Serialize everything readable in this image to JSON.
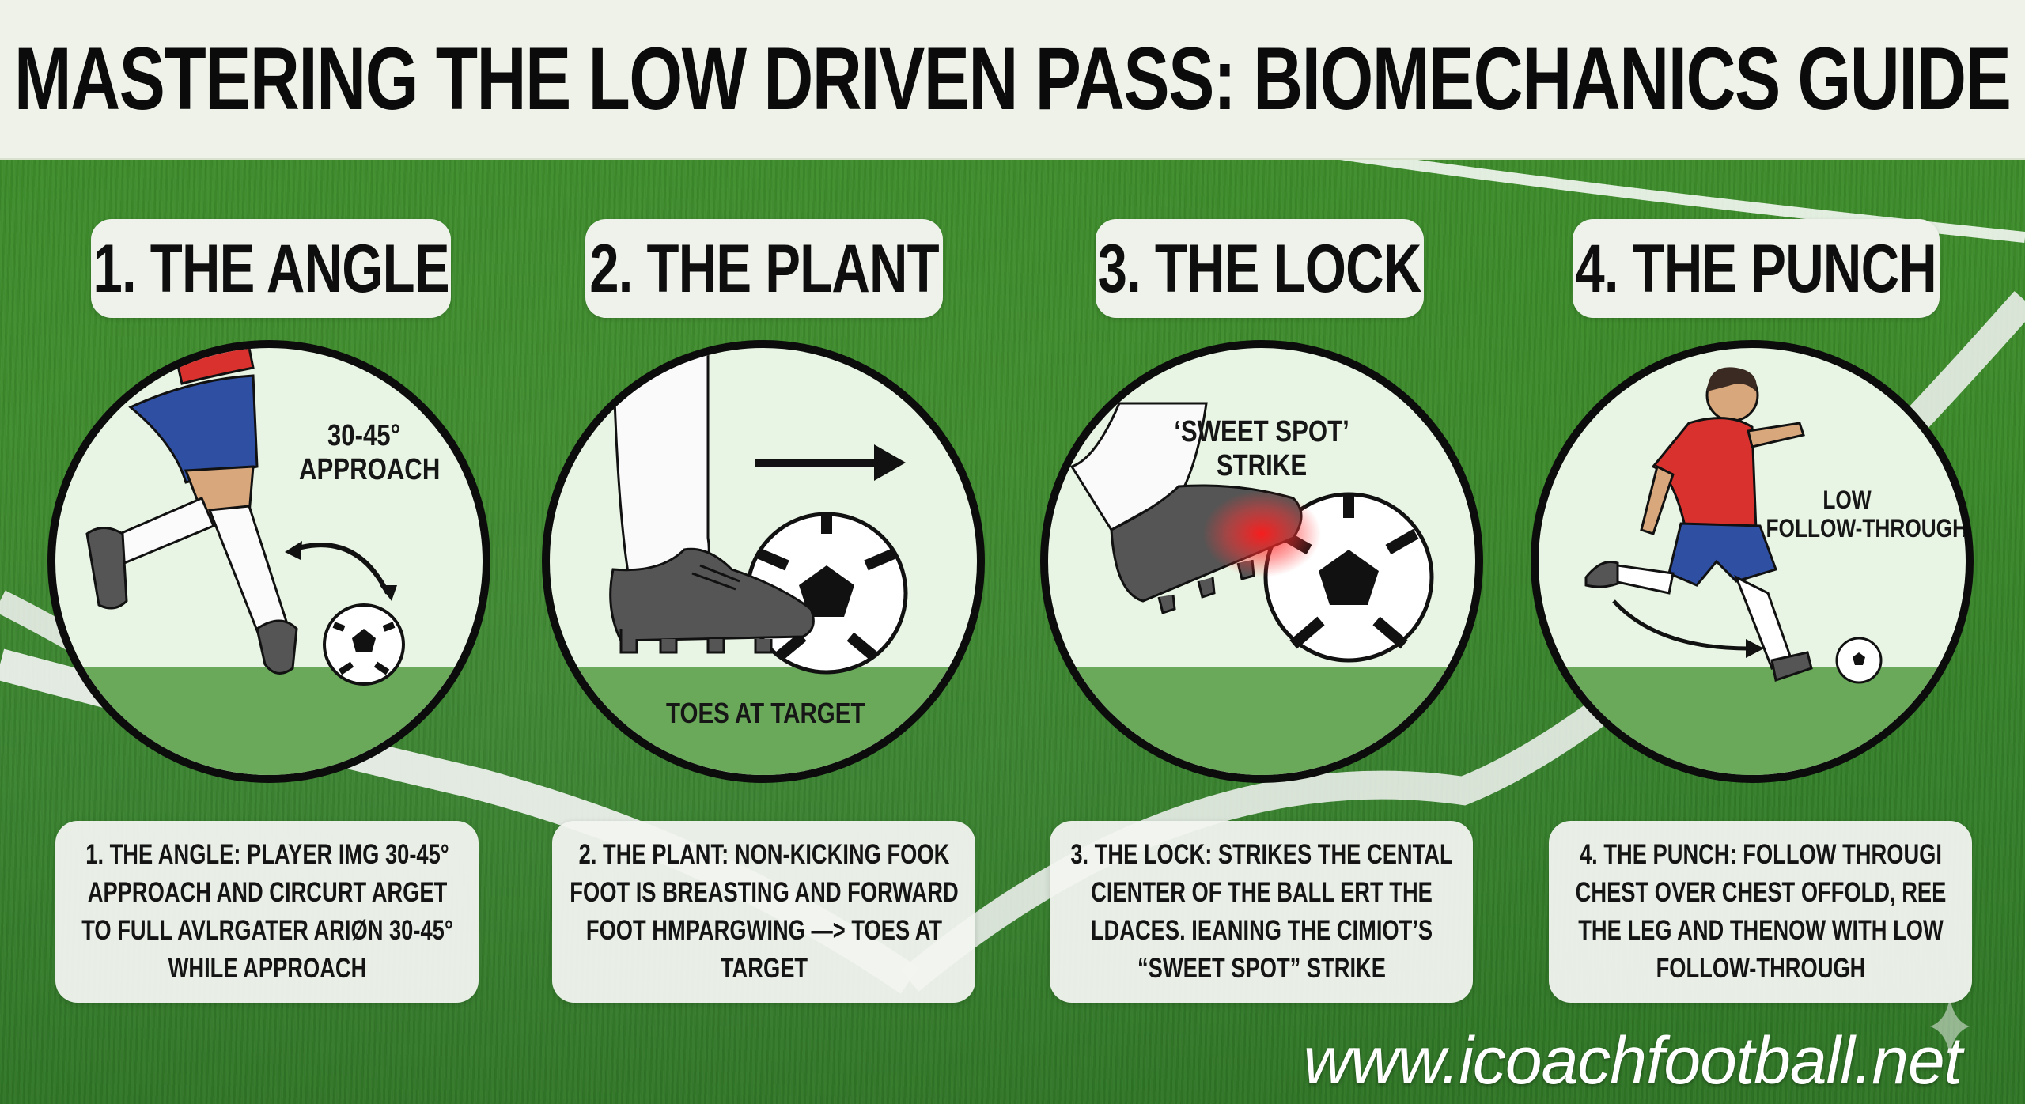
{
  "header": {
    "title": "MASTERING THE LOW DRIVEN PASS: BIOMECHANICS GUIDE"
  },
  "steps": [
    {
      "badge": "1. THE ANGLE",
      "illustration": {
        "icon": "running-player-legs-icon",
        "label_line1": "30-45°",
        "label_line2": "APPROACH",
        "arrow": "curved-double-arrow-icon"
      },
      "caption": "1. THE ANGLE: PLAYER IMG 30-45° APPROACH AND CIRCURT ARGET TO FULL AVLRGATER ARIØN 30-45° WHILE APPROACH"
    },
    {
      "badge": "2. THE PLANT",
      "illustration": {
        "icon": "planted-boot-beside-ball-icon",
        "label_line1": "TOES AT TARGET",
        "arrow": "right-arrow-icon"
      },
      "caption": "2. THE PLANT: NON-KICKING FOOK FOOT IS BREASTING AND FORWARD FOOT HMPARGWING —> TOES AT TARGET"
    },
    {
      "badge": "3. THE LOCK",
      "illustration": {
        "icon": "boot-striking-ball-icon",
        "label_line1": "‘SWEET SPOT’",
        "label_line2": "STRIKE",
        "highlight_color": "#e8282a"
      },
      "caption": "3. THE LOCK: STRIKES THE CENTAL CIENTER OF THE BALL ERT THE LDACES. IEANING THE CIMIOT’S “SWEET SPOT” STRIKE"
    },
    {
      "badge": "4. THE PUNCH",
      "illustration": {
        "icon": "full-player-kicking-icon",
        "label_line1": "LOW",
        "label_line2": "FOLLOW-THROUGH",
        "arrow": "curved-right-arrow-icon"
      },
      "caption": "4. THE PUNCH: FOLLOW THROUGI CHEST OVER CHEST OFFOLD, REE THE LEG AND THENOW WITH LOW FOLLOW-THROUGH"
    }
  ],
  "footer": {
    "url": "www.icoachfootball.net",
    "sparkle_icon": "sparkle-icon"
  },
  "colors": {
    "header_bg": "#eef2e9",
    "pitch_green": "#3b8a29",
    "circle_bg": "#e9f5e4",
    "circle_floor": "#6aa85a",
    "shirt_red": "#d9322e",
    "shorts_blue": "#2f4fa3",
    "boot_grey": "#555555",
    "skin": "#d8a77c"
  }
}
